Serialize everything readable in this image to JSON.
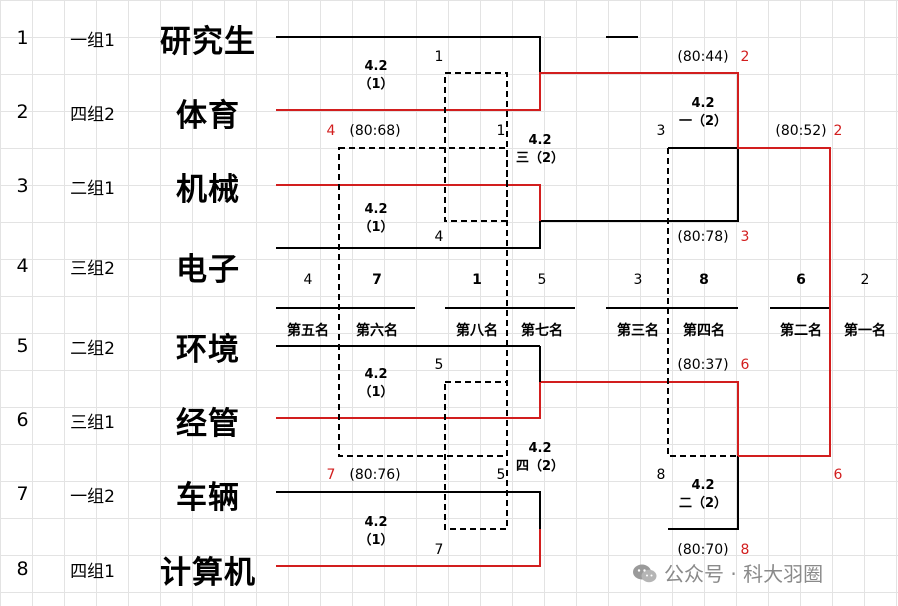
{
  "rows": [
    {
      "seed": "1",
      "group": "一组1",
      "team": "研究生"
    },
    {
      "seed": "2",
      "group": "四组2",
      "team": "体育"
    },
    {
      "seed": "3",
      "group": "二组1",
      "team": "机械"
    },
    {
      "seed": "4",
      "group": "三组2",
      "team": "电子"
    },
    {
      "seed": "5",
      "group": "二组2",
      "team": "环境"
    },
    {
      "seed": "6",
      "group": "三组1",
      "team": "经管"
    },
    {
      "seed": "7",
      "group": "一组2",
      "team": "车辆"
    },
    {
      "seed": "8",
      "group": "四组1",
      "team": "计算机"
    }
  ],
  "match_labels": {
    "m1": [
      "4.2",
      "（1）"
    ],
    "m2": [
      "4.2",
      "（1）"
    ],
    "m3": [
      "4.2",
      "（1）"
    ],
    "m4": [
      "4.2",
      "（1）"
    ],
    "m5": [
      "4.2",
      "三（2）"
    ],
    "m6": [
      "4.2",
      "四（2）"
    ],
    "m7": [
      "4.2",
      "一（2）"
    ],
    "m8": [
      "4.2",
      "二（2）"
    ]
  },
  "scores": {
    "s1": "(80:68)",
    "s2": "(80:76)",
    "s3": "(80:44)",
    "s4": "(80:78)",
    "s5": "(80:37)",
    "s6": "(80:70)",
    "s7": "(80:52)"
  },
  "bracket_numbers": {
    "n_1a": "1",
    "n_1b": "1",
    "n_4a": "4",
    "n_4red": "4",
    "n_5a": "5",
    "n_5b": "5",
    "n_7a": "7",
    "n_7red": "7",
    "n_3": "3",
    "n_8": "8",
    "n_2red_a": "2",
    "n_3red": "3",
    "n_6red_a": "6",
    "n_8red": "8",
    "n_2red_b": "2",
    "n_6red_b": "6"
  },
  "placement_numbers": [
    "4",
    "7",
    "1",
    "5",
    "3",
    "8",
    "6",
    "2"
  ],
  "placement_labels": [
    "第五名",
    "第六名",
    "第八名",
    "第七名",
    "第三名",
    "第四名",
    "第二名",
    "第一名"
  ],
  "watermark": "公众号 · 科大羽圈",
  "colors": {
    "winner_line": "#d21e1e",
    "line": "#000000",
    "grid": "#e3e3e3",
    "watermark": "#8a8a8a"
  }
}
